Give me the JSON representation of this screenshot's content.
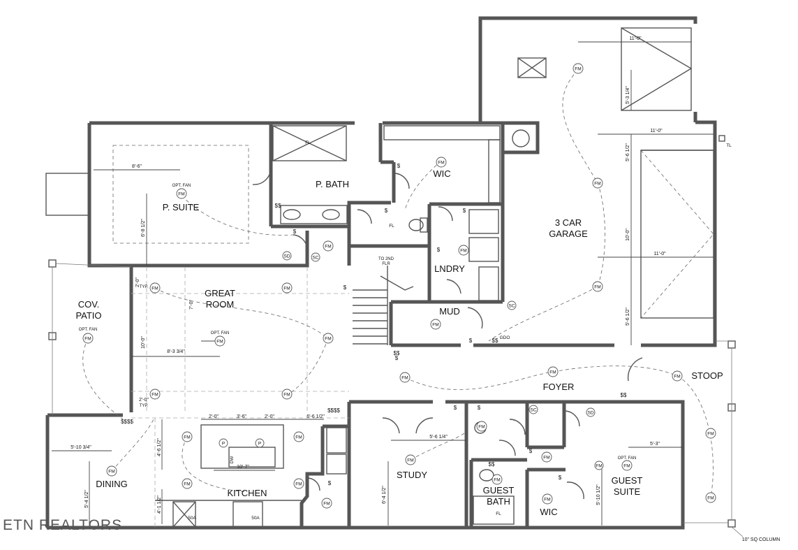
{
  "rooms": {
    "p_suite": "P. SUITE",
    "p_bath": "P. BATH",
    "wic_master": "WIC",
    "garage_l1": "3 CAR",
    "garage_l2": "GARAGE",
    "lndry": "LNDRY",
    "mud": "MUD",
    "cov_patio_l1": "COV.",
    "cov_patio_l2": "PATIO",
    "great_room_l1": "GREAT",
    "great_room_l2": "ROOM",
    "foyer": "FOYER",
    "stoop": "STOOP",
    "dining": "DINING",
    "kitchen": "KITCHEN",
    "study": "STUDY",
    "guest_bath_l1": "GUEST",
    "guest_bath_l2": "BATH",
    "wic_guest": "WIC",
    "guest_suite_l1": "GUEST",
    "guest_suite_l2": "SUITE"
  },
  "dimensions": {
    "garage_top": "11'-0\"",
    "garage_top_v": "5'-3 1/4\"",
    "garage_upper": "11'-0\"",
    "garage_mid": "11'-0\"",
    "garage_v1": "5'-6 1/2\"",
    "garage_v2": "10'-0\"",
    "garage_v3": "5'-6 1/2\"",
    "suite_h": "8'-6\"",
    "suite_v": "6'-8 1/2\"",
    "great_v1": "2'-0\"",
    "great_typ1": "TYP.",
    "great_v2": "7'-0\"",
    "great_v3": "10'-0\"",
    "great_h": "8'-3 3/4\"",
    "great_v4": "2'-0\"",
    "great_typ2": "TYP.",
    "island1": "2'-0\"",
    "island2": "3'-6\"",
    "island3": "2'-0\"",
    "island4": "6'-6 1/2\"",
    "dining_h": "5'-10 3/4\"",
    "dining_v": "5'-4 1/2\"",
    "kitchen_v1": "4'-6 1/2\"",
    "kitchen_v2": "4'-1 1/2\"",
    "kitchen_sink": "10'-7\"",
    "study_h": "5'-6 1/4\"",
    "study_v": "6'-4 1/2\"",
    "guest_h": "5'-3\"",
    "guest_v": "5'-10 1/2\""
  },
  "labels": {
    "opt_fan": "OPT. FAN",
    "fm": "FM",
    "fl": "FL",
    "sd": "SD",
    "sc": "SC",
    "gdo": "GDO",
    "to_2nd_l1": "TO 2ND",
    "to_2nd_l2": "FLR",
    "range_50a": "50A",
    "p": "P",
    "dw": "DW",
    "tl": "TL",
    "col_note": "10\" SQ COLUMN",
    "logo": "ETN REALTORS"
  }
}
